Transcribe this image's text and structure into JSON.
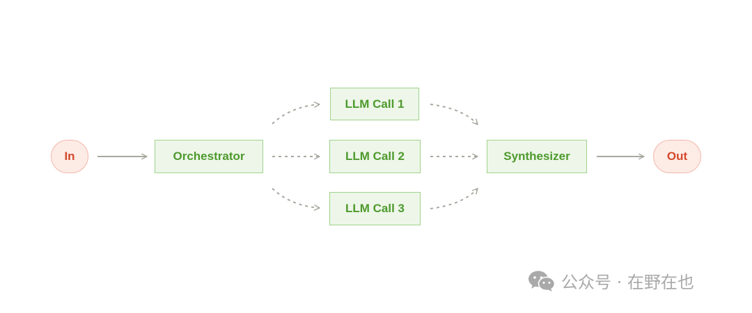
{
  "diagram": {
    "nodes": {
      "input": "In",
      "orchestrator": "Orchestrator",
      "llm_call_1": "LLM Call 1",
      "llm_call_2": "LLM Call 2",
      "llm_call_3": "LLM Call 3",
      "synthesizer": "Synthesizer",
      "output": "Out"
    },
    "edges": [
      {
        "from": "In",
        "to": "Orchestrator",
        "style": "solid"
      },
      {
        "from": "Orchestrator",
        "to": "LLM Call 1",
        "style": "dashed"
      },
      {
        "from": "Orchestrator",
        "to": "LLM Call 2",
        "style": "dashed"
      },
      {
        "from": "Orchestrator",
        "to": "LLM Call 3",
        "style": "dashed"
      },
      {
        "from": "LLM Call 1",
        "to": "Synthesizer",
        "style": "dashed"
      },
      {
        "from": "LLM Call 2",
        "to": "Synthesizer",
        "style": "dashed"
      },
      {
        "from": "LLM Call 3",
        "to": "Synthesizer",
        "style": "dashed"
      },
      {
        "from": "Synthesizer",
        "to": "Out",
        "style": "solid"
      }
    ],
    "colors": {
      "task_fill": "#edf6e8",
      "task_border": "#9fd38d",
      "task_text": "#4e9a2e",
      "io_fill": "#fdebe6",
      "io_border": "#f3b7a8",
      "io_text": "#d4492a",
      "arrow": "#a8a8a0"
    }
  },
  "watermark": {
    "icon": "wechat-icon",
    "text": "公众号 · 在野在也"
  }
}
